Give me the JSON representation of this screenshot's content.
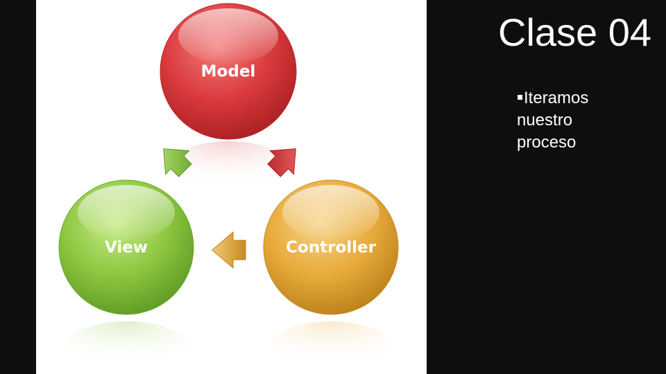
{
  "slide": {
    "title": "Clase 04",
    "bullets": [
      "Iteramos nuestro proceso"
    ]
  },
  "diagram": {
    "nodes": [
      {
        "id": "model",
        "label": "Model",
        "color": "#d93a3c"
      },
      {
        "id": "view",
        "label": "View",
        "color": "#8cc63e"
      },
      {
        "id": "controller",
        "label": "Controller",
        "color": "#e8aa3a"
      }
    ],
    "arrows": [
      {
        "from": "view",
        "to": "model",
        "color": "#8cc63e"
      },
      {
        "from": "controller",
        "to": "model",
        "color": "#d93a3c"
      },
      {
        "from": "controller",
        "to": "view",
        "color": "#e8aa3a"
      }
    ]
  },
  "colors": {
    "background": "#0f0e0f",
    "panel": "#ffffff",
    "text": "#ffffff"
  }
}
